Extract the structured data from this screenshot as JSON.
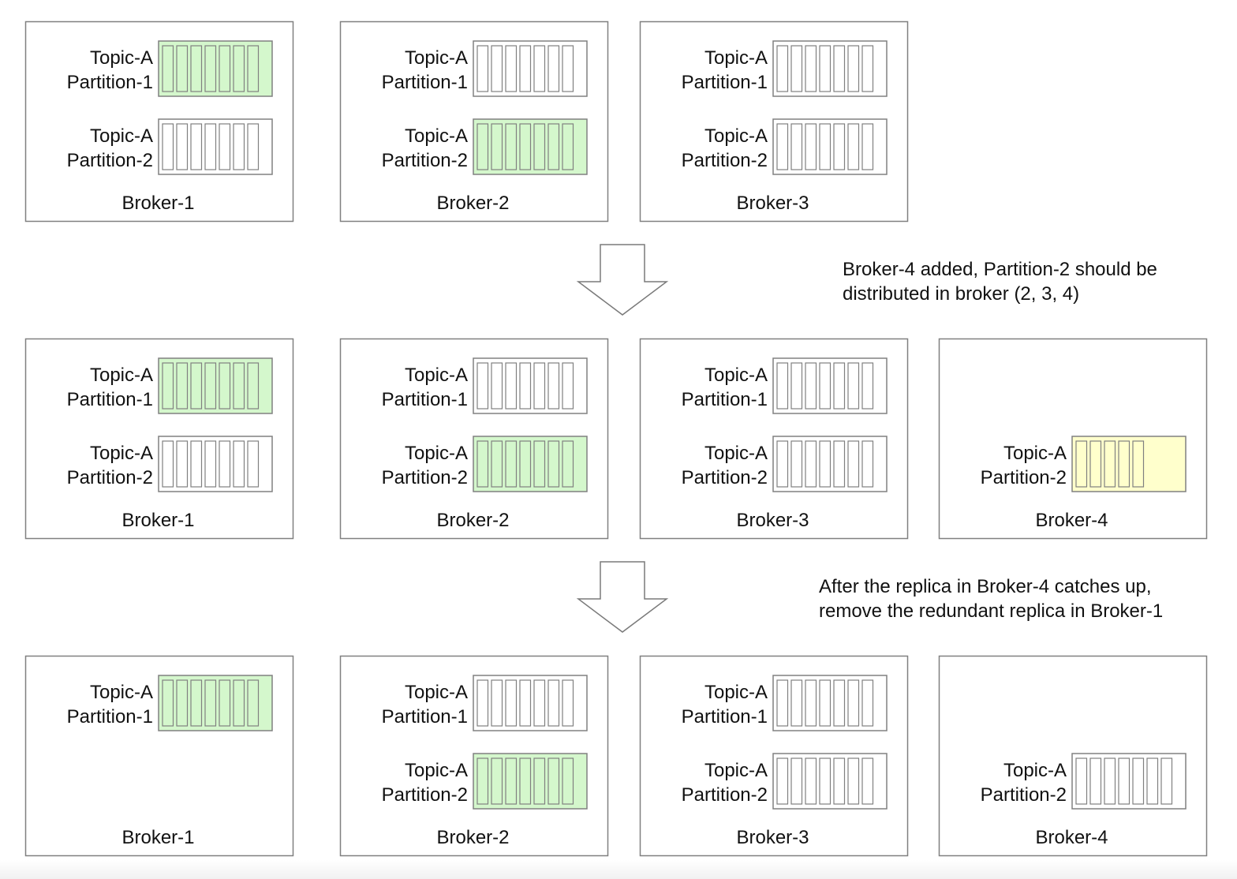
{
  "colors": {
    "leader_fill": "#d4f7cc",
    "catching_up_fill": "#ffffcc",
    "follower_fill": "#ffffff",
    "box_stroke": "#808080",
    "segment_stroke": "#808080",
    "text": "#111111"
  },
  "stages": [
    {
      "brokers": [
        {
          "name": "Broker-1",
          "partitions": [
            {
              "slot": 1,
              "topic": "Topic-A",
              "partition": "Partition-1",
              "state": "leader",
              "segments": 7
            },
            {
              "slot": 2,
              "topic": "Topic-A",
              "partition": "Partition-2",
              "state": "follower",
              "segments": 7
            }
          ]
        },
        {
          "name": "Broker-2",
          "partitions": [
            {
              "slot": 1,
              "topic": "Topic-A",
              "partition": "Partition-1",
              "state": "follower",
              "segments": 7
            },
            {
              "slot": 2,
              "topic": "Topic-A",
              "partition": "Partition-2",
              "state": "leader",
              "segments": 7
            }
          ]
        },
        {
          "name": "Broker-3",
          "partitions": [
            {
              "slot": 1,
              "topic": "Topic-A",
              "partition": "Partition-1",
              "state": "follower",
              "segments": 7
            },
            {
              "slot": 2,
              "topic": "Topic-A",
              "partition": "Partition-2",
              "state": "follower",
              "segments": 7
            }
          ]
        }
      ]
    },
    {
      "brokers": [
        {
          "name": "Broker-1",
          "partitions": [
            {
              "slot": 1,
              "topic": "Topic-A",
              "partition": "Partition-1",
              "state": "leader",
              "segments": 7
            },
            {
              "slot": 2,
              "topic": "Topic-A",
              "partition": "Partition-2",
              "state": "follower",
              "segments": 7
            }
          ]
        },
        {
          "name": "Broker-2",
          "partitions": [
            {
              "slot": 1,
              "topic": "Topic-A",
              "partition": "Partition-1",
              "state": "follower",
              "segments": 7
            },
            {
              "slot": 2,
              "topic": "Topic-A",
              "partition": "Partition-2",
              "state": "leader",
              "segments": 7
            }
          ]
        },
        {
          "name": "Broker-3",
          "partitions": [
            {
              "slot": 1,
              "topic": "Topic-A",
              "partition": "Partition-1",
              "state": "follower",
              "segments": 7
            },
            {
              "slot": 2,
              "topic": "Topic-A",
              "partition": "Partition-2",
              "state": "follower",
              "segments": 7
            }
          ]
        },
        {
          "name": "Broker-4",
          "partitions": [
            {
              "slot": 2,
              "topic": "Topic-A",
              "partition": "Partition-2",
              "state": "catching-up",
              "segments": 5
            }
          ]
        }
      ]
    },
    {
      "brokers": [
        {
          "name": "Broker-1",
          "partitions": [
            {
              "slot": 1,
              "topic": "Topic-A",
              "partition": "Partition-1",
              "state": "leader",
              "segments": 7
            }
          ]
        },
        {
          "name": "Broker-2",
          "partitions": [
            {
              "slot": 1,
              "topic": "Topic-A",
              "partition": "Partition-1",
              "state": "follower",
              "segments": 7
            },
            {
              "slot": 2,
              "topic": "Topic-A",
              "partition": "Partition-2",
              "state": "leader",
              "segments": 7
            }
          ]
        },
        {
          "name": "Broker-3",
          "partitions": [
            {
              "slot": 1,
              "topic": "Topic-A",
              "partition": "Partition-1",
              "state": "follower",
              "segments": 7
            },
            {
              "slot": 2,
              "topic": "Topic-A",
              "partition": "Partition-2",
              "state": "follower",
              "segments": 7
            }
          ]
        },
        {
          "name": "Broker-4",
          "partitions": [
            {
              "slot": 2,
              "topic": "Topic-A",
              "partition": "Partition-2",
              "state": "follower",
              "segments": 7
            }
          ]
        }
      ]
    }
  ],
  "transitions": [
    {
      "icon": "down-arrow-icon",
      "note_lines": [
        "Broker-4 added, Partition-2 should be",
        "distributed in broker (2, 3, 4)"
      ]
    },
    {
      "icon": "down-arrow-icon",
      "note_lines": [
        "After the replica in Broker-4 catches up,",
        "remove the redundant replica in Broker-1"
      ]
    }
  ]
}
